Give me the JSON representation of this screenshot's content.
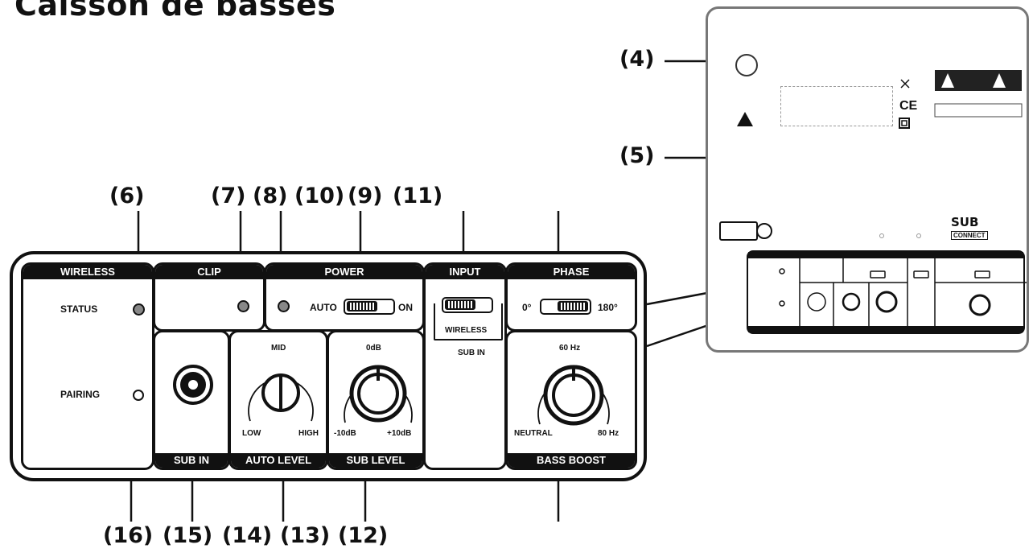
{
  "title": "Caisson de basses",
  "callouts": {
    "c4": "(4)",
    "c5": "(5)",
    "c6": "(6)",
    "c7": "(7)",
    "c8": "(8)",
    "c10": "(10)",
    "c9": "(9)",
    "c11": "(11)",
    "c16": "(16)",
    "c15": "(15)",
    "c14": "(14)",
    "c13": "(13)",
    "c12": "(12)"
  },
  "panel": {
    "wireless": {
      "header": "WIRELESS",
      "status": "STATUS",
      "pairing": "PAIRING"
    },
    "clip": {
      "header": "CLIP"
    },
    "power": {
      "header": "POWER",
      "auto": "AUTO",
      "on": "ON"
    },
    "input": {
      "header": "INPUT",
      "wireless": "WIRELESS",
      "sub_in": "SUB IN"
    },
    "phase": {
      "header": "PHASE",
      "deg0": "0°",
      "deg180": "180°"
    },
    "sub_in": {
      "footer": "SUB IN"
    },
    "auto_level": {
      "footer": "AUTO LEVEL",
      "mid": "MID",
      "low": "LOW",
      "high": "HIGH"
    },
    "sub_level": {
      "footer": "SUB LEVEL",
      "zero": "0dB",
      "minus": "-10dB",
      "plus": "+10dB"
    },
    "bass_boost": {
      "footer": "BASS BOOST",
      "hz60": "60 Hz",
      "neutral": "NEUTRAL",
      "hz80": "80 Hz"
    }
  },
  "rear": {
    "brand": "SUB",
    "brand2": "CONNECT",
    "ce": "CE"
  }
}
